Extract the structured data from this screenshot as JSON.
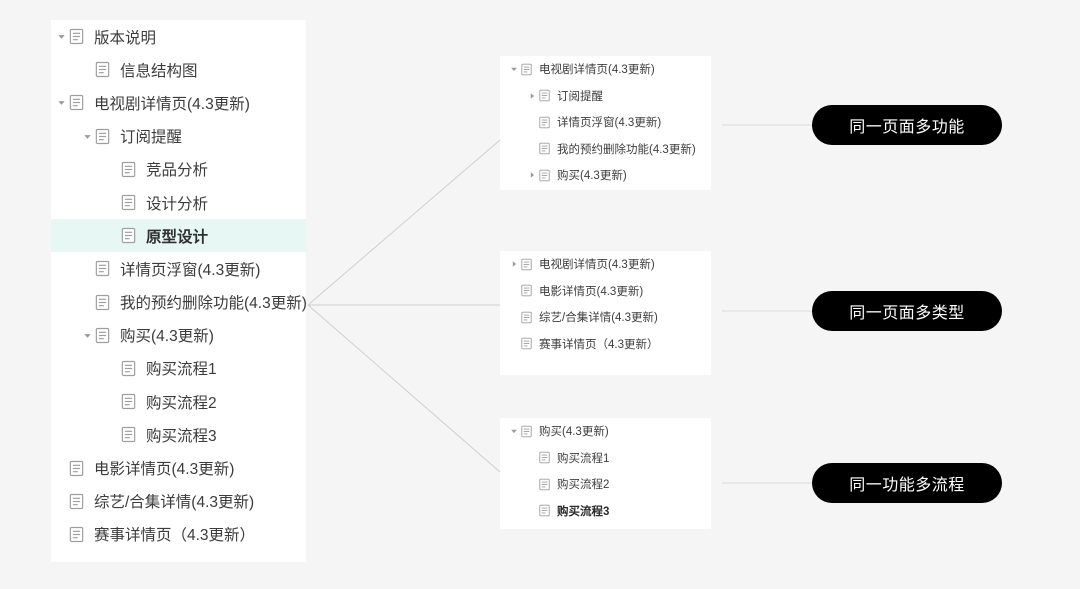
{
  "canvas": {
    "background": "#f5f5f5",
    "panel_background": "#ffffff",
    "selection_color": "#e6f7f4",
    "pill_color": "#000000",
    "pill_text_color": "#ffffff",
    "line_color": "#cfcfcf",
    "text_color": "#3c3c3c"
  },
  "left_tree": {
    "name": "information-structure-tree",
    "items": [
      {
        "label": "版本说明",
        "depth": 0,
        "twisty": "down",
        "selected": false
      },
      {
        "label": "信息结构图",
        "depth": 1,
        "twisty": "none",
        "selected": false
      },
      {
        "label": "电视剧详情页(4.3更新)",
        "depth": 0,
        "twisty": "down",
        "selected": false
      },
      {
        "label": "订阅提醒",
        "depth": 1,
        "twisty": "down",
        "selected": false
      },
      {
        "label": "竞品分析",
        "depth": 2,
        "twisty": "none",
        "selected": false
      },
      {
        "label": "设计分析",
        "depth": 2,
        "twisty": "none",
        "selected": false
      },
      {
        "label": "原型设计",
        "depth": 2,
        "twisty": "none",
        "selected": true
      },
      {
        "label": "详情页浮窗(4.3更新)",
        "depth": 1,
        "twisty": "none",
        "selected": false
      },
      {
        "label": "我的预约删除功能(4.3更新)",
        "depth": 1,
        "twisty": "none",
        "selected": false
      },
      {
        "label": "购买(4.3更新)",
        "depth": 1,
        "twisty": "down",
        "selected": false
      },
      {
        "label": "购买流程1",
        "depth": 2,
        "twisty": "none",
        "selected": false
      },
      {
        "label": "购买流程2",
        "depth": 2,
        "twisty": "none",
        "selected": false
      },
      {
        "label": "购买流程3",
        "depth": 2,
        "twisty": "none",
        "selected": false
      },
      {
        "label": "电影详情页(4.3更新)",
        "depth": 0,
        "twisty": "none",
        "selected": false
      },
      {
        "label": "综艺/合集详情(4.3更新)",
        "depth": 0,
        "twisty": "none",
        "selected": false
      },
      {
        "label": "赛事详情页（4.3更新）",
        "depth": 0,
        "twisty": "none",
        "selected": false
      }
    ]
  },
  "callouts": [
    {
      "name": "multi-function-callout",
      "pill_label": "同一页面多功能",
      "panel_name": "panel-multi-function",
      "items": [
        {
          "label": "电视剧详情页(4.3更新)",
          "depth": 0,
          "twisty": "down",
          "bold": false
        },
        {
          "label": "订阅提醒",
          "depth": 1,
          "twisty": "right",
          "bold": false
        },
        {
          "label": "详情页浮窗(4.3更新)",
          "depth": 1,
          "twisty": "none",
          "bold": false
        },
        {
          "label": "我的预约删除功能(4.3更新)",
          "depth": 1,
          "twisty": "none",
          "bold": false
        },
        {
          "label": "购买(4.3更新)",
          "depth": 1,
          "twisty": "right",
          "bold": false
        }
      ]
    },
    {
      "name": "multi-type-callout",
      "pill_label": "同一页面多类型",
      "panel_name": "panel-multi-type",
      "items": [
        {
          "label": "电视剧详情页(4.3更新)",
          "depth": 0,
          "twisty": "right",
          "bold": false
        },
        {
          "label": "电影详情页(4.3更新)",
          "depth": 0,
          "twisty": "none",
          "bold": false
        },
        {
          "label": "综艺/合集详情(4.3更新)",
          "depth": 0,
          "twisty": "none",
          "bold": false
        },
        {
          "label": "赛事详情页（4.3更新）",
          "depth": 0,
          "twisty": "none",
          "bold": false
        }
      ]
    },
    {
      "name": "multi-flow-callout",
      "pill_label": "同一功能多流程",
      "panel_name": "panel-multi-flow",
      "items": [
        {
          "label": "购买(4.3更新)",
          "depth": 0,
          "twisty": "down",
          "bold": false
        },
        {
          "label": "购买流程1",
          "depth": 1,
          "twisty": "none",
          "bold": false
        },
        {
          "label": "购买流程2",
          "depth": 1,
          "twisty": "none",
          "bold": false
        },
        {
          "label": "购买流程3",
          "depth": 1,
          "twisty": "none",
          "bold": true
        }
      ]
    }
  ],
  "icons": {
    "document": "document-icon",
    "expanded": "triangle-down-icon",
    "collapsed": "triangle-right-icon"
  }
}
